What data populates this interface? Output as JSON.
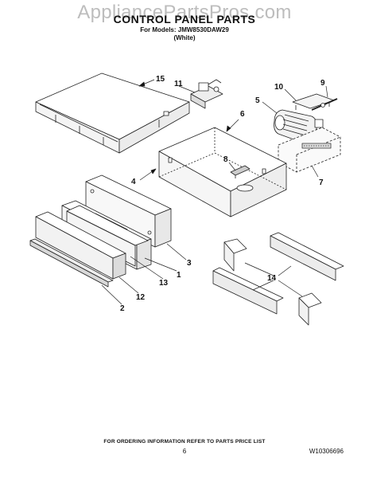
{
  "watermark": "AppliancePartsPros.com",
  "header": {
    "title": "CONTROL PANEL PARTS",
    "models": "For Models: JMW8530DAW29",
    "variant": "(White)"
  },
  "callouts": {
    "c1": "1",
    "c2": "2",
    "c3": "3",
    "c4": "4",
    "c5": "5",
    "c6": "6",
    "c7": "7",
    "c8": "8",
    "c9": "9",
    "c10": "10",
    "c11": "11",
    "c12": "12",
    "c13": "13",
    "c14": "14",
    "c15": "15"
  },
  "footer": {
    "note": "FOR ORDERING INFORMATION REFER TO PARTS PRICE LIST",
    "page": "6",
    "doc_id": "W10306696"
  }
}
